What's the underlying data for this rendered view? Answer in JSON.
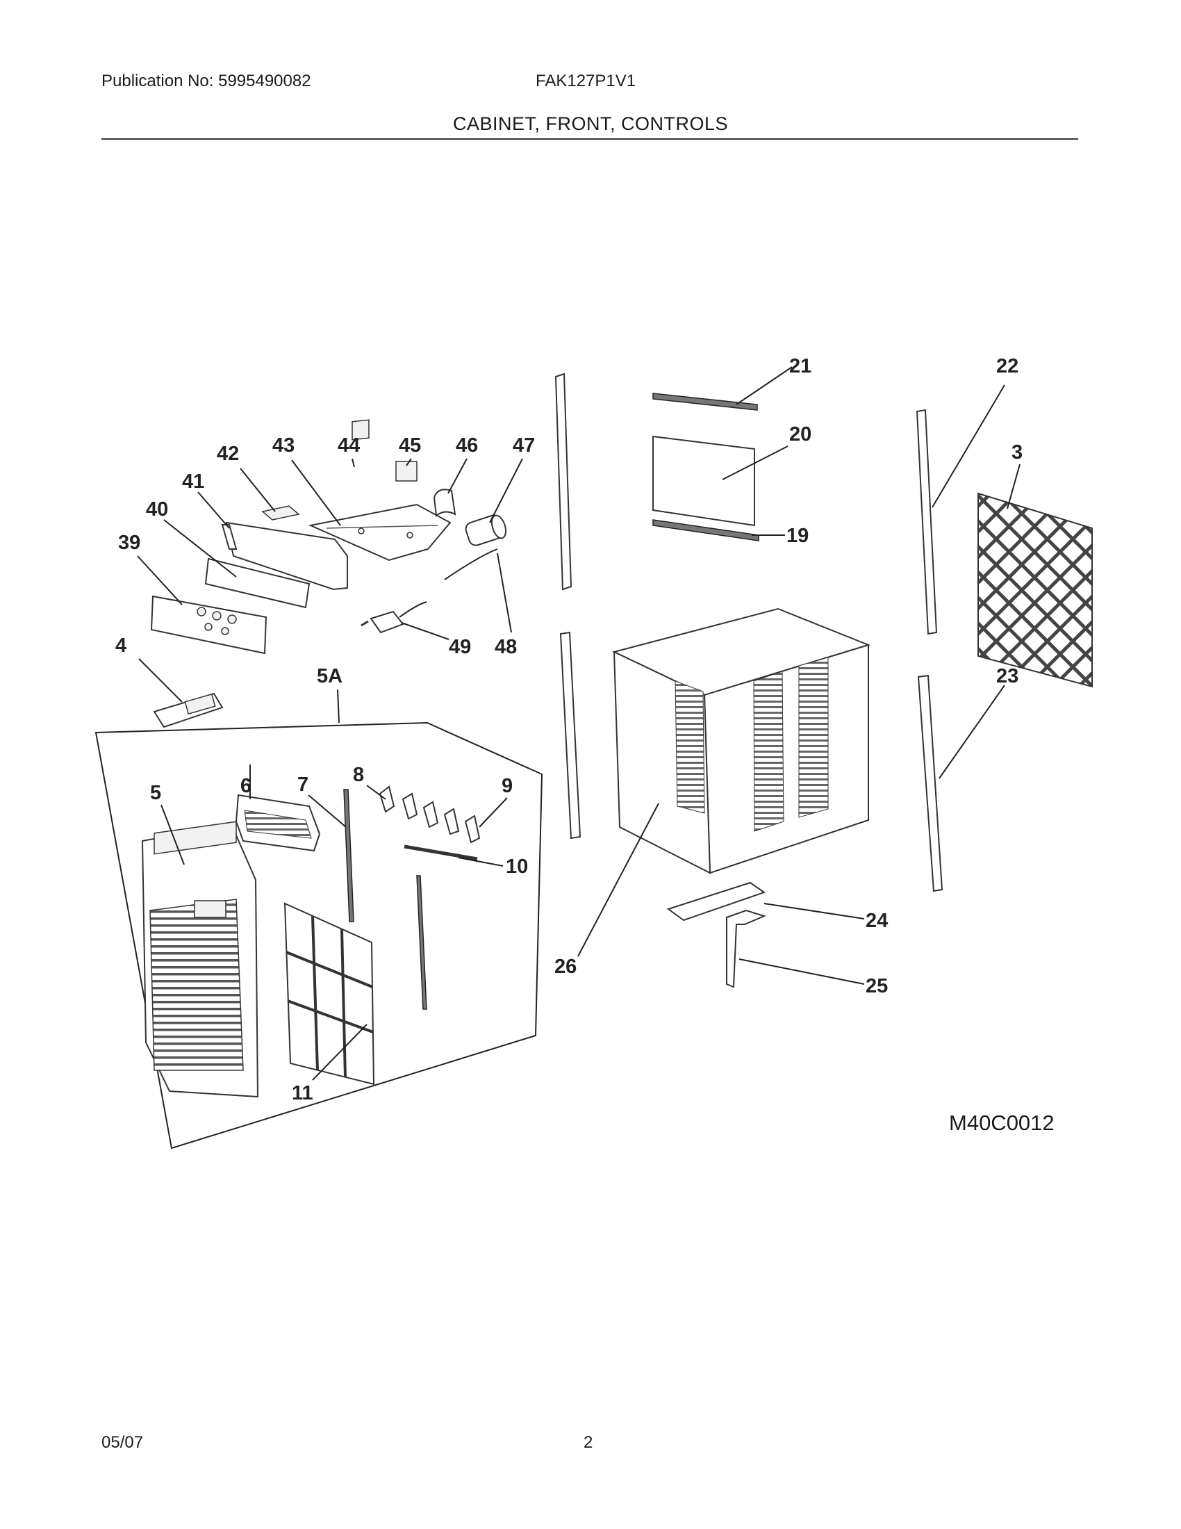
{
  "header": {
    "publication": "Publication No: 5995490082",
    "model": "FAK127P1V1",
    "section_title": "CABINET, FRONT, CONTROLS"
  },
  "diagram": {
    "drawing_number": "M40C0012",
    "callouts": [
      "3",
      "4",
      "5",
      "5A",
      "6",
      "7",
      "8",
      "9",
      "10",
      "11",
      "19",
      "20",
      "21",
      "22",
      "23",
      "24",
      "25",
      "26",
      "39",
      "40",
      "41",
      "42",
      "43",
      "44",
      "45",
      "46",
      "47",
      "48",
      "49"
    ]
  },
  "footer": {
    "date": "05/07",
    "page": "2"
  }
}
